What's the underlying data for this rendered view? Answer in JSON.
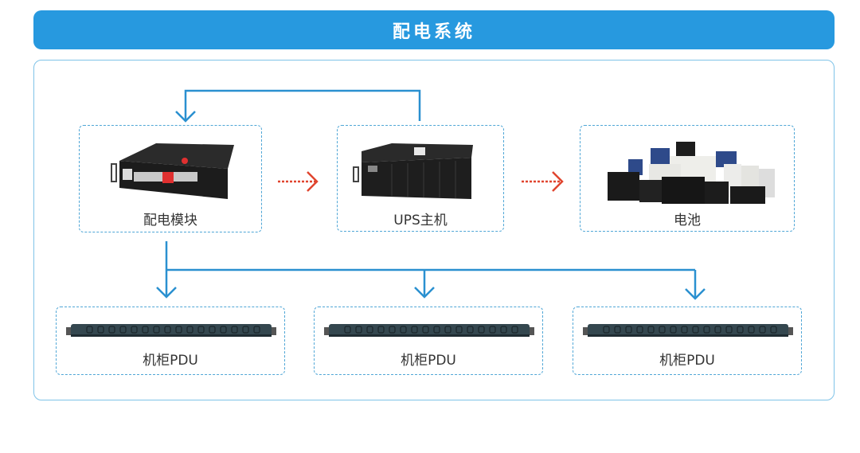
{
  "header": {
    "title": "配电系统"
  },
  "nodes": {
    "power_module": {
      "label": "配电模块",
      "icon": "power-distribution-module"
    },
    "ups": {
      "label": "UPS主机",
      "icon": "ups-unit"
    },
    "battery": {
      "label": "电池",
      "icon": "battery-bank"
    },
    "pdu": [
      {
        "label": "机柜PDU",
        "icon": "rack-pdu"
      },
      {
        "label": "机柜PDU",
        "icon": "rack-pdu"
      },
      {
        "label": "机柜PDU",
        "icon": "rack-pdu"
      }
    ]
  },
  "connections": [
    {
      "from": "UPS主机",
      "to": "配电模块",
      "style": "blue-solid"
    },
    {
      "from": "配电模块",
      "to": "UPS主机",
      "style": "red-dotted"
    },
    {
      "from": "UPS主机",
      "to": "电池",
      "style": "red-dotted"
    },
    {
      "from": "配电模块",
      "to": "机柜PDU",
      "style": "blue-solid"
    },
    {
      "from": "配电模块",
      "to": "机柜PDU",
      "style": "blue-solid"
    },
    {
      "from": "配电模块",
      "to": "机柜PDU",
      "style": "blue-solid"
    }
  ],
  "colors": {
    "accent": "#2799df",
    "flow_blue": "#2a90d0",
    "flow_red": "#e0452f",
    "dash": "#4fa6d6"
  }
}
